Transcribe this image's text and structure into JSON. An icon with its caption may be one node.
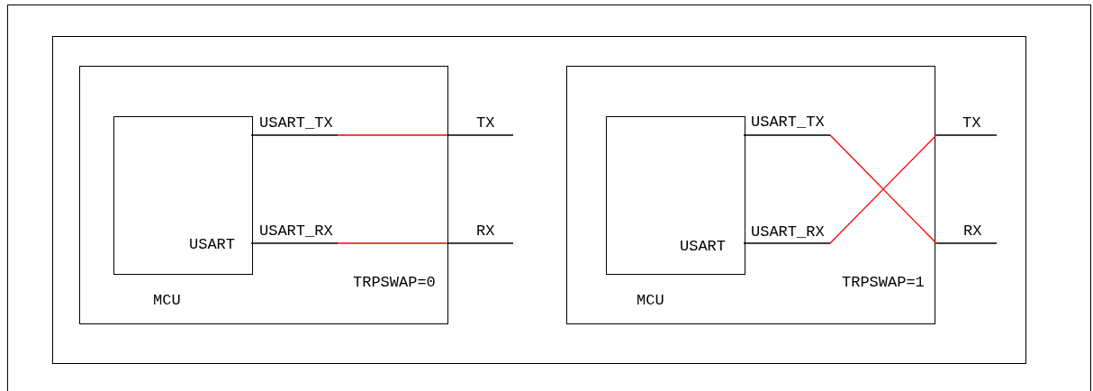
{
  "diagram": {
    "nodes": [
      {
        "text": [],
        "shape": "box"
      },
      {
        "text": [
          "MCU",
          "TRPSWAP=0"
        ],
        "in": 0
      },
      {
        "text": [
          "USART"
        ],
        "in": 1
      },
      {
        "text": [
          "TX"
        ],
        "in": 0
      },
      {
        "text": [
          "RX"
        ],
        "in": 0
      },
      {
        "text": [
          "MCU",
          "TRPSWAP=1"
        ],
        "in": 0
      },
      {
        "text": [
          "USART"
        ],
        "in": 5
      },
      {
        "text": [
          "TX"
        ],
        "in": 0
      },
      {
        "text": [
          "RX"
        ],
        "in": 0
      }
    ],
    "edges": [
      {
        "from": 2,
        "to": 3,
        "arrow": "none",
        "label": "USART_TX"
      },
      {
        "from": 2,
        "to": 4,
        "arrow": "none",
        "label": "USART_RX"
      },
      {
        "from": 6,
        "to": 8,
        "arrow": "none",
        "label": "USART_TX"
      },
      {
        "from": 6,
        "to": 7,
        "arrow": "none",
        "label": "USART_RX"
      }
    ]
  }
}
